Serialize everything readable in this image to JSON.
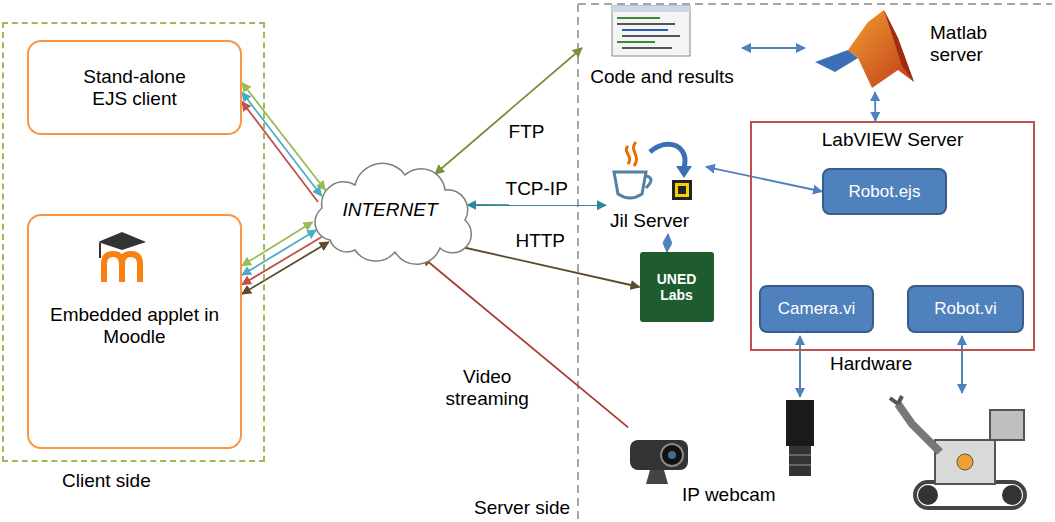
{
  "diagram": {
    "nodes": [
      {
        "text": [
          "Client side"
        ]
      },
      {
        "text": [
          "Stand-alone EJS client"
        ],
        "in": 0
      },
      {
        "text": [
          "Embedded applet in Moodle"
        ],
        "in": 0
      },
      {
        "text": [
          "INTERNET"
        ]
      },
      {
        "text": [
          "Code and results"
        ]
      },
      {
        "text": [
          "Matlab server"
        ]
      },
      {
        "text": [
          "Jil Server"
        ]
      },
      {
        "text": [
          "UNED Labs"
        ]
      },
      {
        "text": [
          "LabVIEW Server"
        ]
      },
      {
        "text": [
          "Robot.ejs"
        ],
        "in": 8
      },
      {
        "text": [
          "Camera.vi"
        ],
        "in": 8
      },
      {
        "text": [
          "Robot.vi"
        ],
        "in": 8
      },
      {
        "text": [
          "IP webcam"
        ]
      }
    ],
    "edges": [
      {
        "from": 1,
        "to": 3,
        "arrow": "both"
      },
      {
        "from": 1,
        "to": 3,
        "arrow": "both"
      },
      {
        "from": 3,
        "to": 1,
        "arrow": "to"
      },
      {
        "from": 2,
        "to": 3,
        "arrow": "both"
      },
      {
        "from": 2,
        "to": 3,
        "arrow": "both"
      },
      {
        "from": 3,
        "to": 2,
        "arrow": "to"
      },
      {
        "from": 2,
        "to": 3,
        "arrow": "both"
      },
      {
        "from": 3,
        "to": 4,
        "label": "FTP",
        "arrow": "both"
      },
      {
        "from": 3,
        "to": 6,
        "label": "TCP-IP",
        "arrow": "both"
      },
      {
        "from": 3,
        "to": 7,
        "label": "HTTP",
        "arrow": "both"
      },
      {
        "from": 12,
        "to": 3,
        "label": "Video streaming",
        "arrow": "to"
      },
      {
        "from": 4,
        "to": 5,
        "arrow": "both"
      },
      {
        "from": 5,
        "to": 8,
        "arrow": "both"
      },
      {
        "from": 6,
        "to": 9,
        "arrow": "both"
      },
      {
        "from": 6,
        "to": 7,
        "arrow": "both"
      }
    ],
    "labels": [
      "Hardware",
      "Server side"
    ]
  }
}
